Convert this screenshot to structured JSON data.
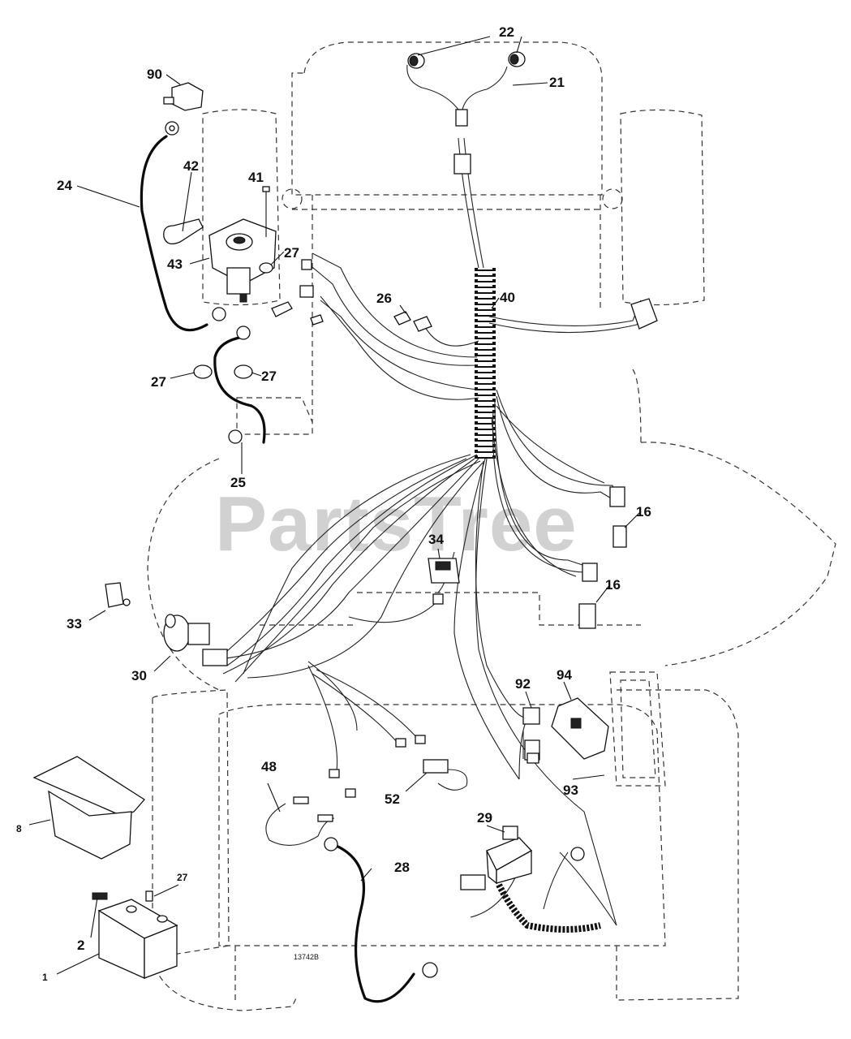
{
  "watermark": "PartsTree",
  "drawing_number": "13742B",
  "callouts": {
    "c1": "1",
    "c2": "2",
    "c8": "8",
    "c16a": "16",
    "c16b": "16",
    "c21": "21",
    "c22": "22",
    "c24": "24",
    "c25": "25",
    "c26": "26",
    "c27a": "27",
    "c27b": "27",
    "c27c": "27",
    "c27d": "27",
    "c28": "28",
    "c29": "29",
    "c30": "30",
    "c33": "33",
    "c34": "34",
    "c40": "40",
    "c41": "41",
    "c42": "42",
    "c43": "43",
    "c48": "48",
    "c52": "52",
    "c90": "90",
    "c92": "92",
    "c93": "93",
    "c94": "94"
  }
}
